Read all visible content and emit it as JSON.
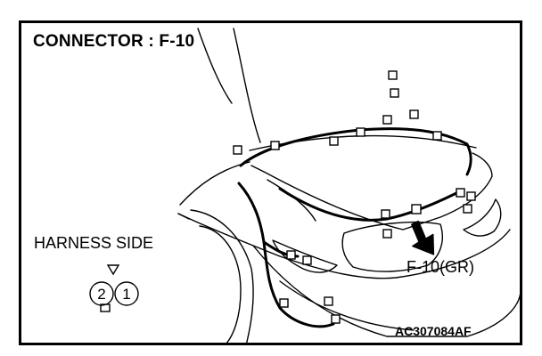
{
  "diagram": {
    "title": "CONNECTOR : F-10",
    "harness_label": "HARNESS SIDE",
    "connector_label": "F-10(GR)",
    "figure_code": "AC307084AF",
    "pins": [
      "2",
      "1"
    ]
  }
}
